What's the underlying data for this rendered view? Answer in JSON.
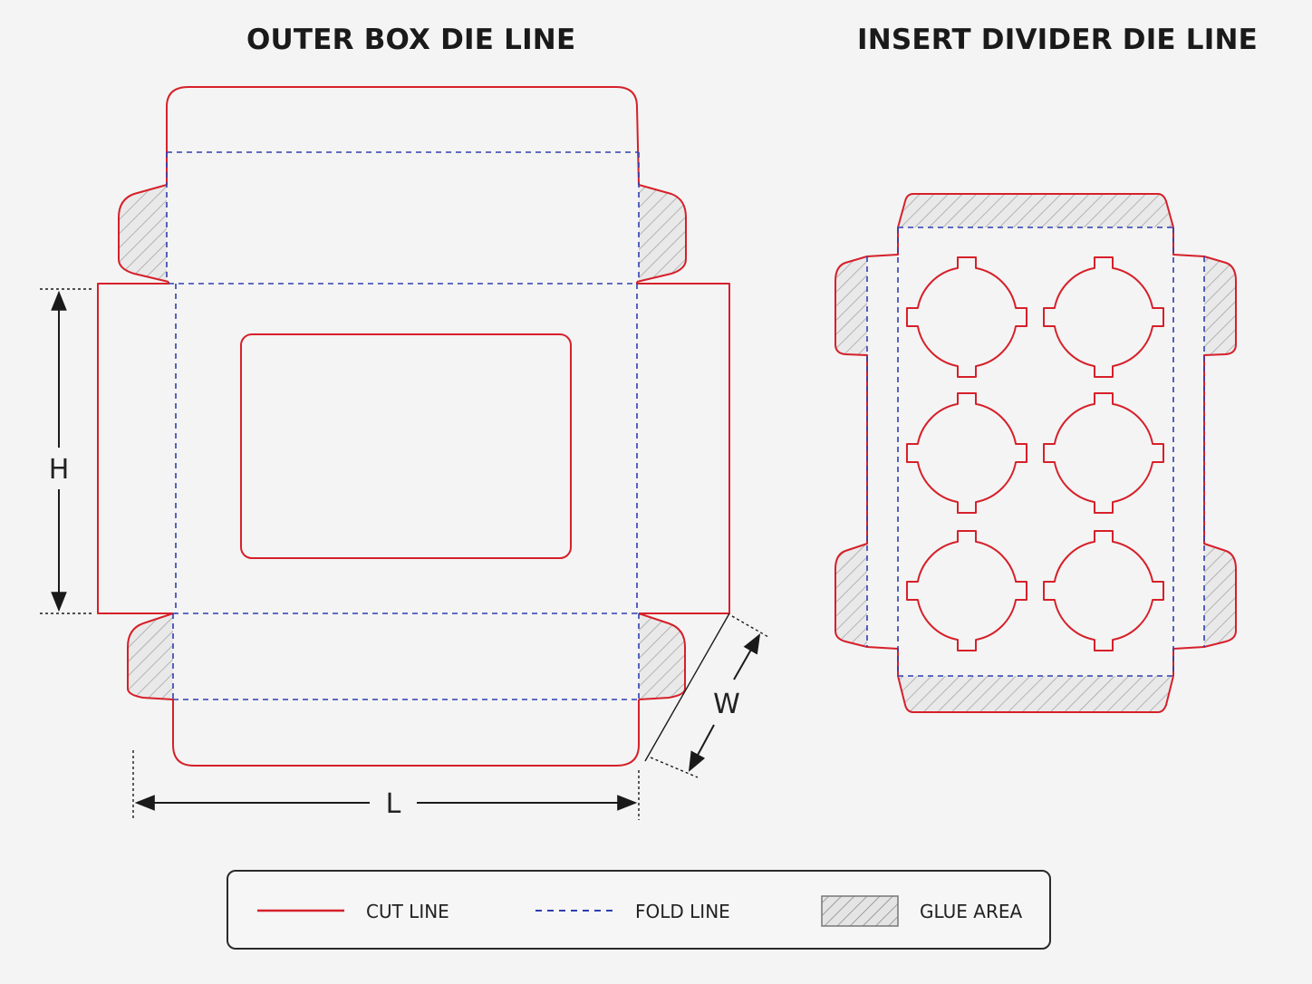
{
  "titles": {
    "outer_box": "OUTER BOX DIE LINE",
    "insert_divider": "INSERT DIVIDER DIE LINE"
  },
  "dimensions": {
    "height": "H",
    "length": "L",
    "width": "W"
  },
  "legend": {
    "cut": "CUT LINE",
    "fold": "FOLD LINE",
    "glue": "GLUE AREA"
  },
  "colors": {
    "cut_line": "#d6202a",
    "fold_line": "#2f3fb0",
    "glue_hatch": "#9a9a9a",
    "dimension": "#1a1a1a"
  }
}
